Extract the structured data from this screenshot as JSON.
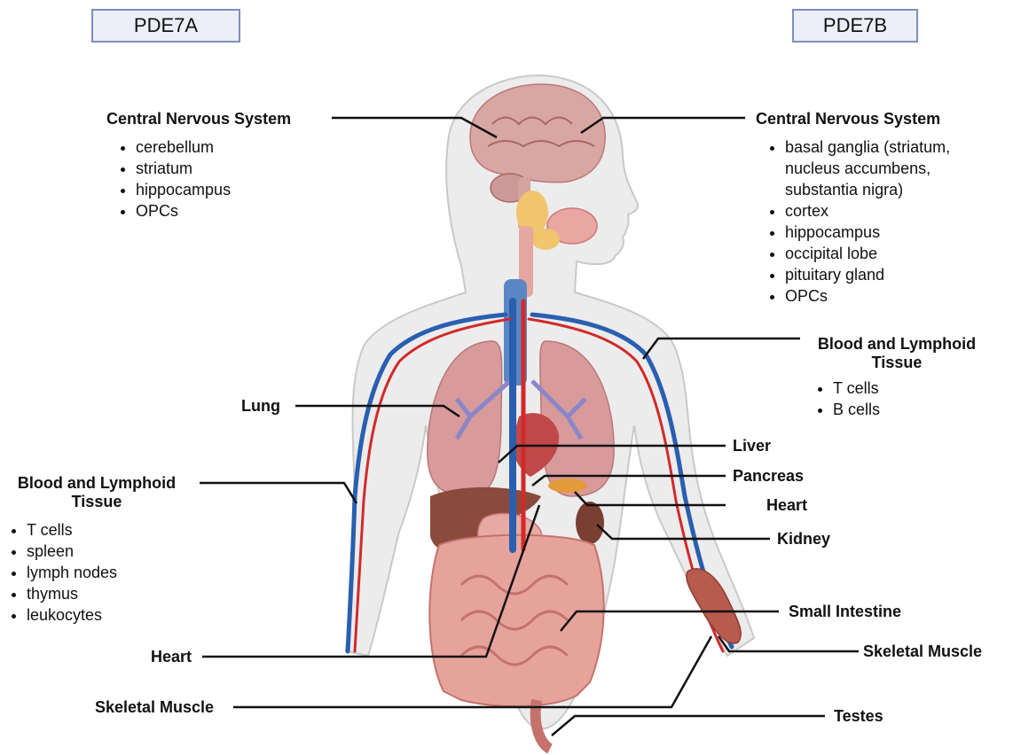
{
  "headers": {
    "left": "PDE7A",
    "right": "PDE7B"
  },
  "left": {
    "cns": {
      "title": "Central Nervous System",
      "items": [
        "cerebellum",
        "striatum",
        "hippocampus",
        "OPCs"
      ]
    },
    "lung": "Lung",
    "blood": {
      "title_line1": "Blood and Lymphoid",
      "title_line2": "Tissue",
      "items": [
        "T cells",
        "spleen",
        "lymph nodes",
        "thymus",
        "leukocytes"
      ]
    },
    "heart": "Heart",
    "skeletal_muscle": "Skeletal Muscle"
  },
  "right": {
    "cns": {
      "title": "Central Nervous System",
      "items": [
        "basal ganglia (striatum,",
        "nucleus accumbens,",
        "substantia nigra)",
        "cortex",
        "hippocampus",
        "occipital lobe",
        "pituitary gland",
        "OPCs"
      ]
    },
    "blood": {
      "title_line1": "Blood and Lymphoid",
      "title_line2": "Tissue",
      "items": [
        "T cells",
        "B cells"
      ]
    },
    "liver": "Liver",
    "pancreas": "Pancreas",
    "heart": "Heart",
    "kidney": "Kidney",
    "small_intestine": "Small Intestine",
    "skeletal_muscle": "Skeletal Muscle",
    "testes": "Testes"
  },
  "colors": {
    "box_border": "#7d8ec2",
    "box_fill": "#eceef8",
    "vein": "#2a5fb0",
    "artery": "#d22a2a",
    "body": "#ececec"
  }
}
